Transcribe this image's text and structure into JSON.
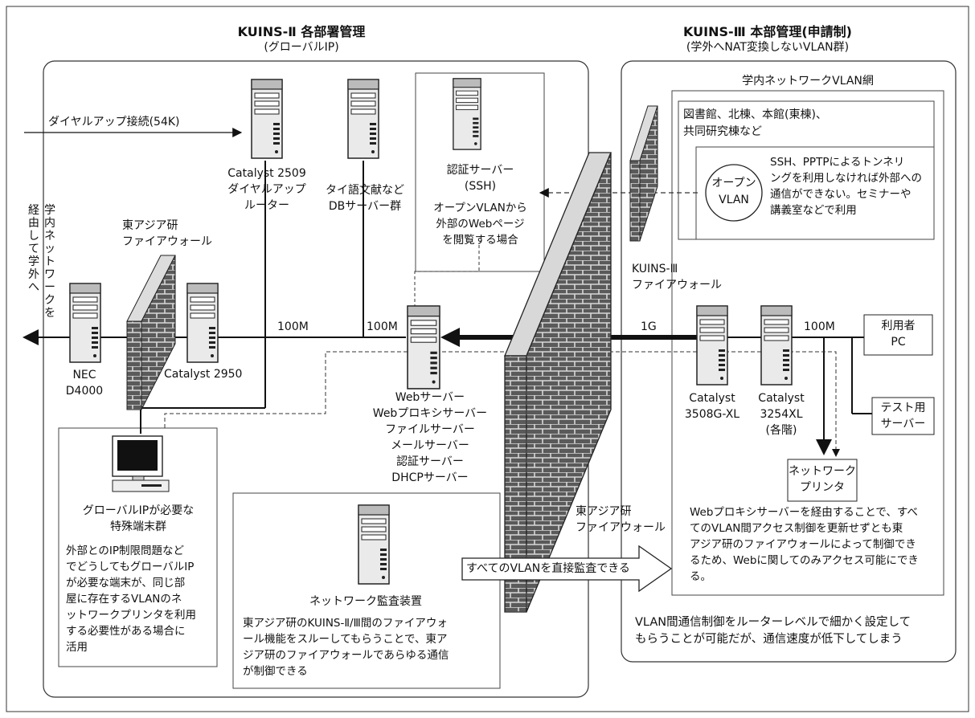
{
  "left_section": {
    "title": "KUINS-Ⅱ 各部署管理",
    "subtitle": "(グローバルIP)"
  },
  "right_section": {
    "title": "KUINS-Ⅲ 本部管理(申請制)",
    "subtitle": "(学外へNAT変換しないVLAN群)",
    "campus_network_label": "学内ネットワークVLAN網",
    "buildings": [
      "図書館、北棟、本館(東棟)、",
      "共同研究棟など"
    ],
    "open_vlan_badge": [
      "オープン",
      "VLAN"
    ],
    "open_vlan_note": [
      "SSH、PPTPによるトンネリ",
      "ングを利用しなければ外部への",
      "通信ができない。セミナーや",
      "講義室などで利用"
    ],
    "note": [
      "Webプロキシサーバーを経由することで、すべ",
      "てのVLAN間アクセス制御を更新せずとも東",
      "アジア研のファイアウォールによって制御でき",
      "るため、Webに関してのみアクセス可能にでき",
      "る。"
    ],
    "bottom_note": [
      "VLAN間通信制御をルーターレベルで細かく設定して",
      "もらうことが可能だが、通信速度が低下してしまう"
    ]
  },
  "labels": {
    "dialup": "ダイヤルアップ接続(54K)",
    "catalyst2509": [
      "Catalyst 2509",
      "ダイヤルアップ",
      "ルーター"
    ],
    "db_servers": [
      "タイ語文献など",
      "DBサーバー群"
    ],
    "auth_server_title": [
      "認証サーバー",
      "(SSH)"
    ],
    "auth_server_note": [
      "オープンVLANから",
      "外部のWebページ",
      "を閲覧する場合"
    ],
    "via_campus": [
      "経",
      "由",
      "し",
      "て",
      "学",
      "外",
      "へ"
    ],
    "campus_net": [
      "学",
      "内",
      "ネ",
      "ッ",
      "ト",
      "ワ",
      "ー",
      "ク",
      "を"
    ],
    "ea_firewall_top": [
      "東アジア研",
      "ファイアウォール"
    ],
    "nec": [
      "NEC",
      "D4000"
    ],
    "catalyst2950": "Catalyst 2950",
    "speed_100m_a": "100M",
    "speed_100m_b": "100M",
    "speed_1g": "1G",
    "speed_100m_c": "100M",
    "server_roles": [
      "Webサーバー",
      "Webプロキシサーバー",
      "ファイルサーバー",
      "メールサーバー",
      "認証サーバー",
      "DHCPサーバー"
    ],
    "kuins3_firewall": [
      "KUINS-Ⅲ",
      "ファイアウォール"
    ],
    "catalyst3508": [
      "Catalyst",
      "3508G-XL"
    ],
    "catalyst3254": [
      "Catalyst",
      "3254XL",
      "(各階)"
    ],
    "user_pc": [
      "利用者",
      "PC"
    ],
    "test_server": [
      "テスト用",
      "サーバー"
    ],
    "net_printer": [
      "ネットワーク",
      "プリンタ"
    ],
    "ea_firewall_bottom": [
      "東アジア研",
      "ファイアウォール"
    ],
    "audit_all_vlan": "すべてのVLANを直接監査できる",
    "audit_device": "ネットワーク監査装置",
    "audit_note": [
      "東アジア研のKUINS-Ⅱ/Ⅲ間のファイアウォ",
      "ール機能をスルーしてもらうことで、東ア",
      "ジア研のファイアウォールであらゆる通信",
      "が制御できる"
    ],
    "special_terminals": [
      "グローバルIPが必要な",
      "特殊端末群"
    ],
    "special_note": [
      "外部とのIP制限問題など",
      "でどうしてもグローバルIP",
      "が必要な端末が、同じ部",
      "屋に存在するVLANのネ",
      "ットワークプリンタを利用",
      "する必要性がある場合に",
      "活用"
    ]
  }
}
